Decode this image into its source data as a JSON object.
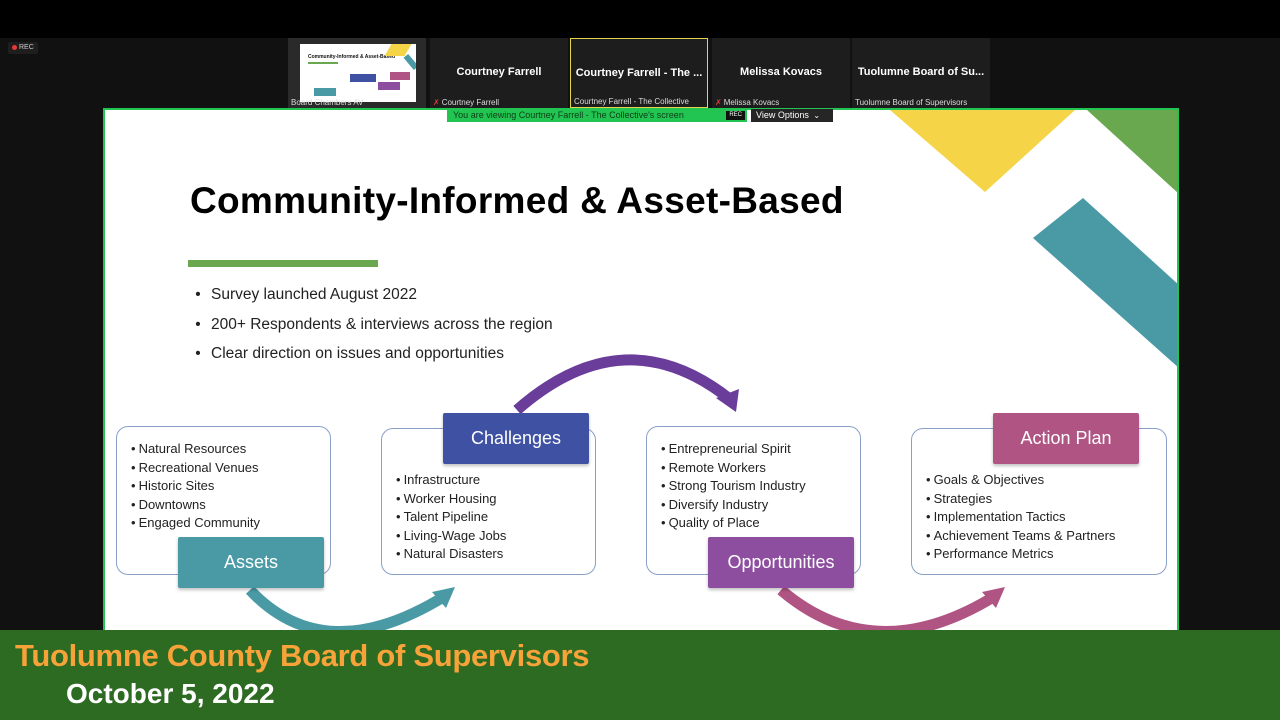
{
  "recording": {
    "label": "REC"
  },
  "participants": [
    {
      "name": "",
      "label": "Board Chambers AV"
    },
    {
      "name": "Courtney Farrell",
      "label": "Courtney Farrell"
    },
    {
      "name": "Courtney Farrell - The ...",
      "label": "Courtney Farrell - The Collective"
    },
    {
      "name": "Melissa Kovacs",
      "label": "Melissa Kovacs"
    },
    {
      "name": "Tuolumne Board of Su...",
      "label": "Tuolumne Board of Supervisors"
    }
  ],
  "share_banner": {
    "text": "You are viewing Courtney Farrell - The Collective's screen",
    "rec": "REC",
    "view_options": "View Options"
  },
  "thumbnail": {
    "title": "Community-Informed & Asset-Based"
  },
  "slide": {
    "title": "Community-Informed & Asset-Based",
    "bullets": [
      "Survey launched August 2022",
      "200+ Respondents & interviews across the region",
      "Clear direction on issues and opportunities"
    ],
    "assets": {
      "label": "Assets",
      "items": [
        "Natural Resources",
        "Recreational Venues",
        "Historic Sites",
        "Downtowns",
        "Engaged Community"
      ]
    },
    "challenges": {
      "label": "Challenges",
      "items": [
        "Infrastructure",
        "Worker Housing",
        "Talent Pipeline",
        "Living-Wage Jobs",
        "Natural Disasters"
      ]
    },
    "opportunities": {
      "label": "Opportunities",
      "items": [
        "Entrepreneurial Spirit",
        "Remote Workers",
        "Strong Tourism Industry",
        "Diversify Industry",
        "Quality of Place"
      ]
    },
    "action_plan": {
      "label": "Action Plan",
      "items": [
        "Goals & Objectives",
        "Strategies",
        "Implementation Tactics",
        "Achievement Teams & Partners",
        "Performance Metrics"
      ]
    }
  },
  "footer": {
    "title": "Tuolumne County Board of Supervisors",
    "date": "October 5, 2022"
  },
  "colors": {
    "green_accent": "#6aa84f",
    "yellow_accent": "#f5d447",
    "teal": "#4a9aa5",
    "indigo": "#3f51a3",
    "purple": "#8e4ea0",
    "magenta": "#b05583",
    "footer_bg": "#2d6a22",
    "footer_title": "#f7a33a"
  }
}
